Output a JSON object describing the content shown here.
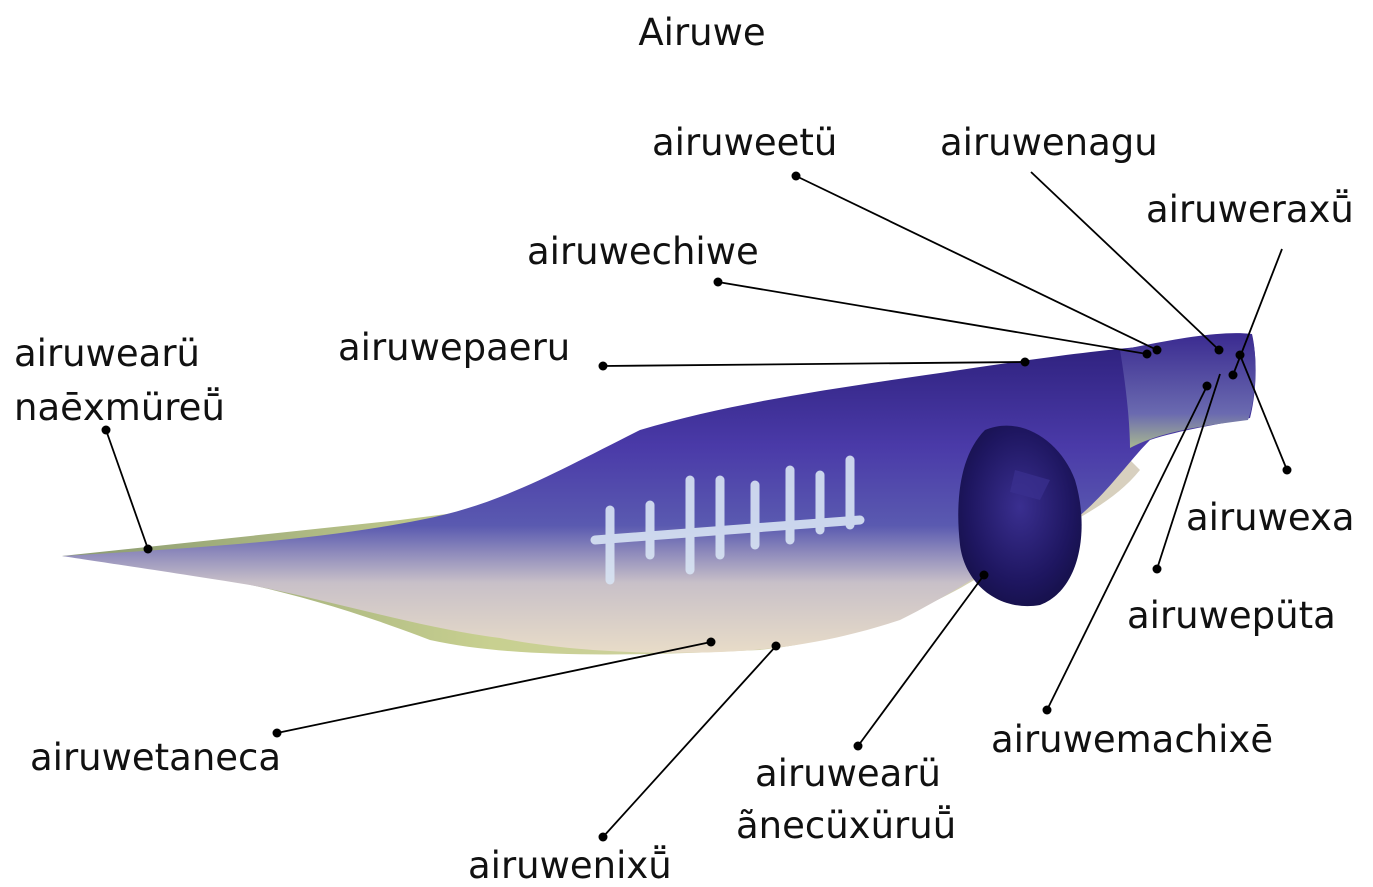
{
  "title": "Airuwe",
  "colors": {
    "body_top": "#3a2a8c",
    "body_mid": "#4636a8",
    "belly": "#e8d8c8",
    "belly_green": "#a8c070",
    "fin": "#2a1f6a",
    "stripe": "#d8e4f4"
  },
  "labels": {
    "airuweetu": "airuweetü",
    "airuwenagu": "airuwenagu",
    "airuweraxu": "airuweraxṻ",
    "airuwechiwe": "airuwechiwe",
    "airuwepaeru": "airuwepaeru",
    "airuwearu_naexmureu_line1": "airuwearü",
    "airuwearu_naexmureu_line2": "naēxmüreṻ",
    "airuwexa": "airuwexa",
    "airuweputa": "airuwepüta",
    "airuwemachixe": "airuwemachixē",
    "airuwetaneca": "airuwetaneca",
    "airuwearu_anecuxuruu_line1": "airuwearü",
    "airuwearu_anecuxuruu_line2": "ãnecüxüruṻ",
    "airuwenixu": "airuwenixṻ"
  }
}
